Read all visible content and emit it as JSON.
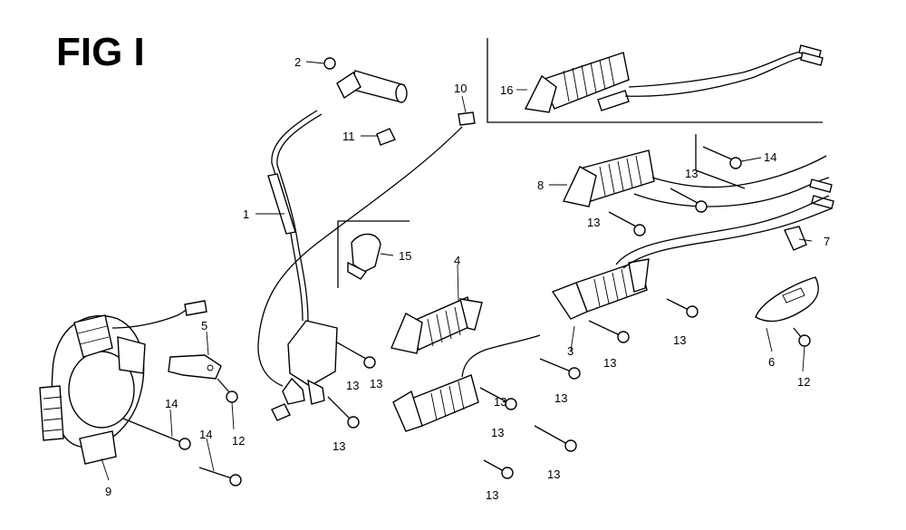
{
  "figure": {
    "title": "FIG I"
  },
  "callouts": {
    "c1": "1",
    "c2": "2",
    "c3": "3",
    "c4": "4",
    "c5": "5",
    "c6": "6",
    "c7": "7",
    "c8": "8",
    "c9": "9",
    "c10": "10",
    "c11": "11",
    "c12a": "12",
    "c12b": "12",
    "c13a": "13",
    "c13b": "13",
    "c13c": "13",
    "c13d": "13",
    "c13e": "13",
    "c13f": "13",
    "c13g": "13",
    "c13h": "13",
    "c13i": "13",
    "c13j": "13",
    "c13k": "13",
    "c13l": "13",
    "c14a": "14",
    "c14b": "14",
    "c14c": "14",
    "c15": "15",
    "c16": "16"
  }
}
